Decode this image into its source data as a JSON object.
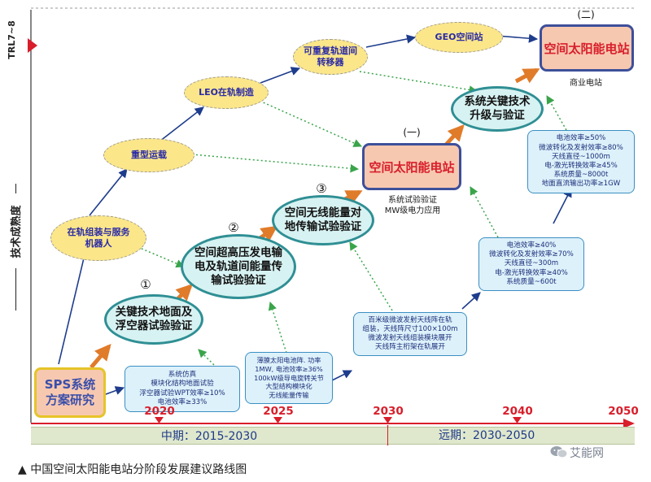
{
  "axis": {
    "y_top_label": "TRL7~8",
    "y_label": "技术成熟度",
    "years": [
      "2020",
      "2025",
      "2030",
      "2040",
      "2050"
    ],
    "periods": {
      "mid": "中期：2015-2030",
      "long": "远期：2030-2050"
    }
  },
  "nodes": {
    "sps": "SPS系统\n方案研究",
    "robot": "在轨组装与服务\n机器人",
    "heavy_launch": "重型运载",
    "leo_manufacture": "LEO在轨制造",
    "reusable_transfer": "可重复轨道间\n转移器",
    "geo_station": "GEO空间站",
    "test1": "关键技术地面及\n浮空器试验验证",
    "test2": "空间超高压发电输\n电及轨道间能量传\n输试验验证",
    "test3": "空间无线能量对\n地传输试验验证",
    "upgrade": "系统关键技术\n升级与验证",
    "station1": "空间太阳能电站",
    "station2": "空间太阳能电站"
  },
  "markers": {
    "m1": "①",
    "m2": "②",
    "m3": "③",
    "station1": "(一)",
    "station2": "(二)"
  },
  "captions": {
    "station1": "系统试验验证\nMW级电力应用",
    "station2": "商业电站"
  },
  "info": {
    "box1": "系统仿真\n模块化结构地面试验\n浮空器试验WPT效率≥10%\n电池效率≥33%",
    "box2": "薄膜太阳电池阵. 功率\n1MW, 电池效率≥36%\n100kW级导电旋转关节\n大型结构模块化\n无线能量传输",
    "box3": "百米级微波发射天线阵在轨\n组装，天线阵尺寸100×100m\n微波发射天线组装模块展开\n天线阵主桁架在轨展开",
    "box4": "电池效率≥40%\n微波转化及发射效率≥70%\n天线直径~300m\n电-激光转换效率≥40%\n系统质量~600t",
    "box5": "电池效率≥50%\n微波转化及发射效率≥80%\n天线直径~1000m\n电-激光转换效率≥45%\n系统质量~8000t\n地面直流输出功率≥1GW"
  },
  "figure_caption": "▲  中国空间太阳能电站分阶段发展建议路线图",
  "watermark": "艾能网",
  "colors": {
    "progress_arrow": "#e07b2a",
    "flow_arrow": "#1e3c8c",
    "dotted_arrow": "#3aa44a",
    "axis_red": "#d81e2b"
  }
}
